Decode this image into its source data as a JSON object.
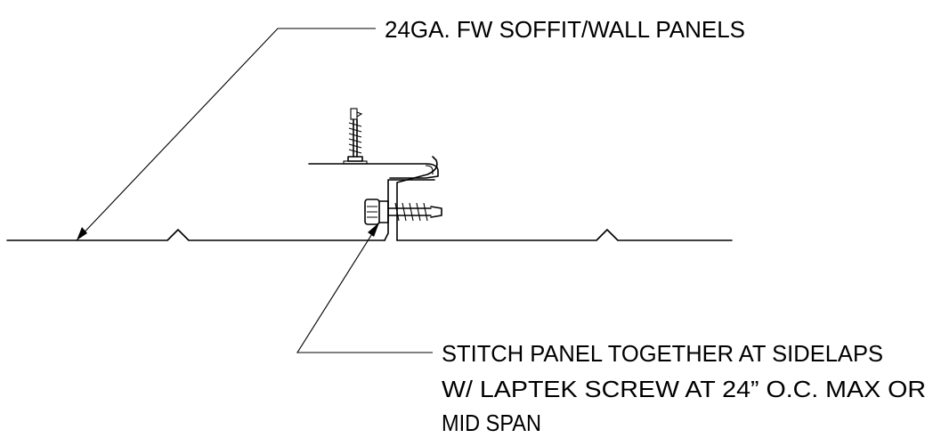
{
  "callouts": {
    "panel_label": "24GA. FW SOFFIT/WALL PANELS",
    "stitch_line_1": "STITCH PANEL TOGETHER AT SIDELAPS",
    "stitch_line_2": "W/ LAPTEK SCREW AT 24” O.C. MAX OR",
    "stitch_line_3": "MID SPAN"
  },
  "colors": {
    "line": "#000000",
    "background": "#ffffff"
  }
}
